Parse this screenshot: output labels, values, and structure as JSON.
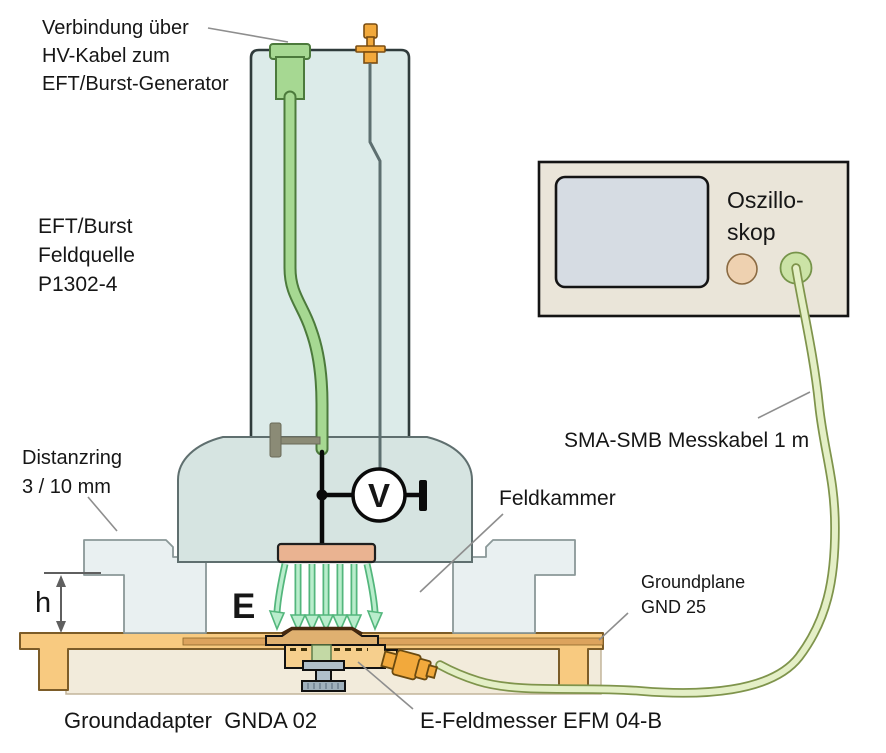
{
  "diagram": {
    "labels": {
      "hv_connection": {
        "line1": "Verbindung über",
        "line2": "HV-Kabel zum",
        "line3": "EFT/Burst-Generator"
      },
      "field_source": {
        "line1": "EFT/Burst",
        "line2": "Feldquelle",
        "line3": "P1302-4"
      },
      "oscilloscope": {
        "line1": "Oszillo-",
        "line2": "skop"
      },
      "cable": "SMA-SMB Messkabel 1 m",
      "spacer_ring": {
        "line1": "Distanzring",
        "line2": "3 / 10 mm"
      },
      "field_chamber": "Feldkammer",
      "groundplane": {
        "line1": "Groundplane",
        "line2": "GND 25"
      },
      "ground_adapter": "Groundadapter  GNDA 02",
      "field_meter": "E-Feldmesser EFM 04-B",
      "e_field_symbol": "E",
      "height_symbol": "h",
      "voltmeter_symbol": "V"
    },
    "colors": {
      "source_body": "#dcebe9",
      "bell": "#d6e4e1",
      "spacer_ring_fill": "#e9f0f1",
      "hv_green": "#a6d892",
      "smb_orange": "#f2a93c",
      "groundplane_orange": "#f8ca80",
      "groundplane_dark_strip": "#dca35d",
      "adapter_beige": "#f2ebdb",
      "cable_green": "#e4efc6",
      "cable_edge": "#7f944c",
      "arrow_green_fill": "#b9edcc",
      "arrow_green_stroke": "#53b67c",
      "osc_body": "#eae5d9",
      "osc_screen": "#d6dce3",
      "osc_knob": "#eed1b0",
      "plate_salmon": "#eab391",
      "screw_gray": "#b0bfca"
    }
  }
}
